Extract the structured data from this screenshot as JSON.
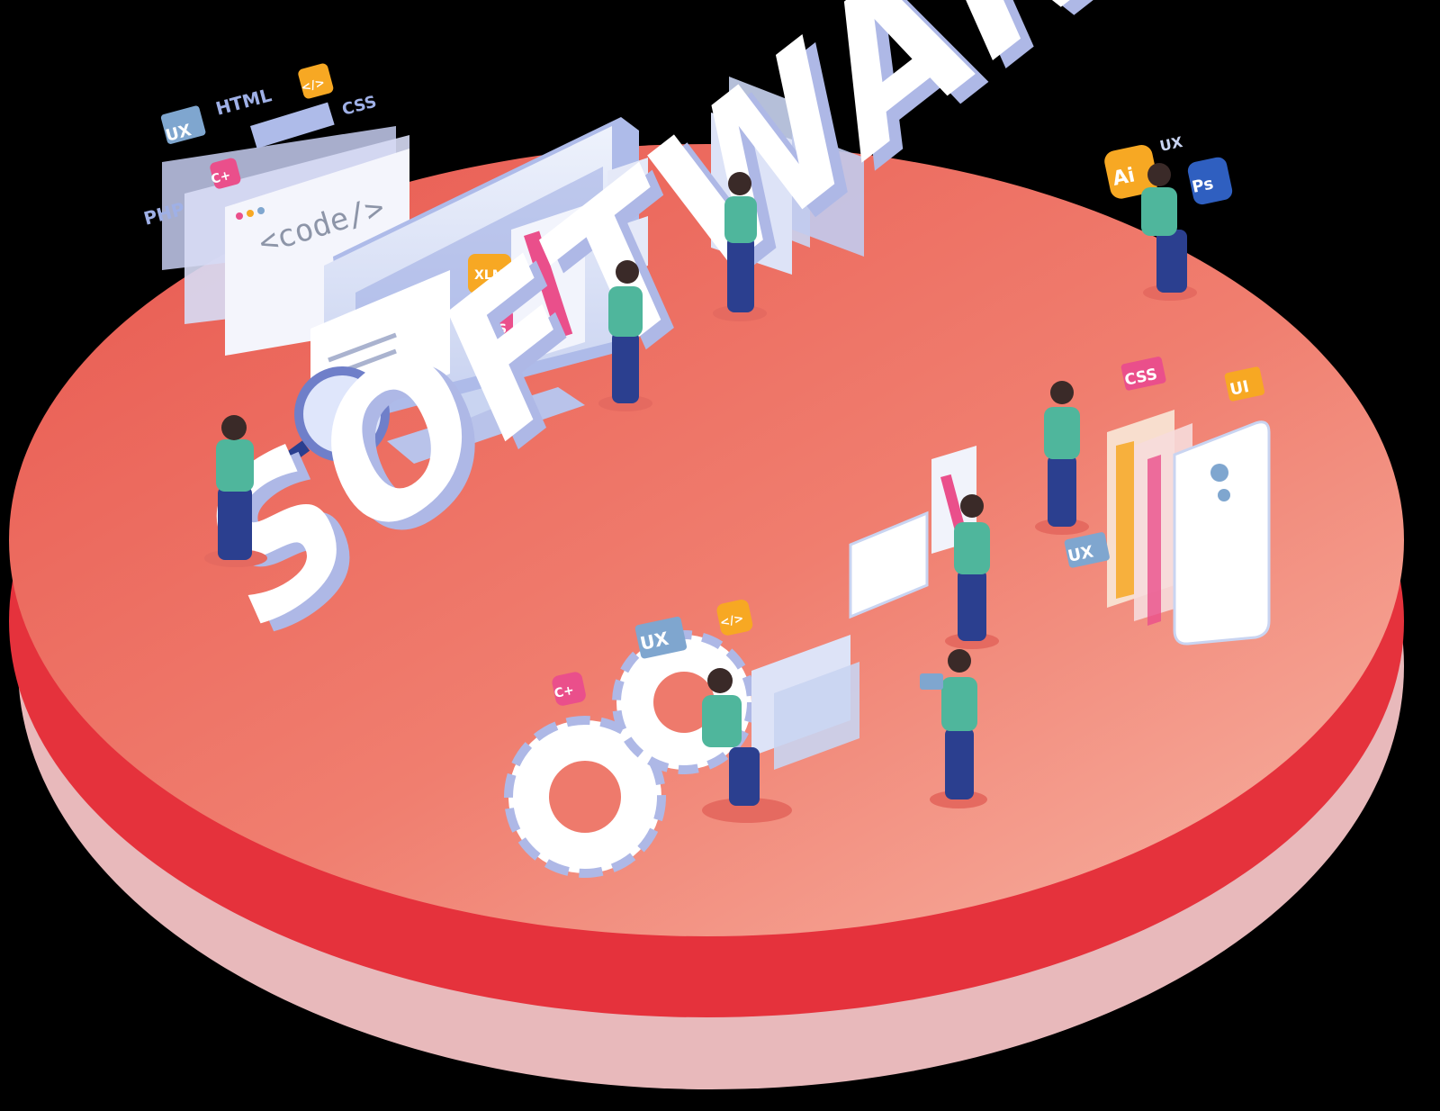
{
  "headline": "SOFTWARE",
  "code_window": {
    "text": "<code/>"
  },
  "tags": {
    "ux_top_left": "UX",
    "html_top": "HTML",
    "code_top": "</>",
    "css_top": "CSS",
    "cplus_top": "C+",
    "php_top": "PHP",
    "xlm_monitor": "XLM",
    "css_monitor": "CSS",
    "ai": "Ai",
    "ps": "Ps",
    "ux_top_right": "UX",
    "css_right": "CSS",
    "ui_right": "UI",
    "ux_right": "UX",
    "ux_bottom": "UX",
    "code_bottom": "</>",
    "cplus_bottom": "C+"
  },
  "colors": {
    "platform_top": "#ee6a5e",
    "platform_side": "#e5323c",
    "platform_shadow": "#e6b6b8",
    "letter_face": "#ffffff",
    "letter_side": "#aeb8e6",
    "people_shirt": "#4fb69c",
    "people_pants": "#2b3f8f",
    "tag_orange": "#f7a823",
    "tag_pink": "#ea4f8b",
    "tag_blue": "#7fa6cf",
    "ui_panel": "#c9d4f1"
  }
}
